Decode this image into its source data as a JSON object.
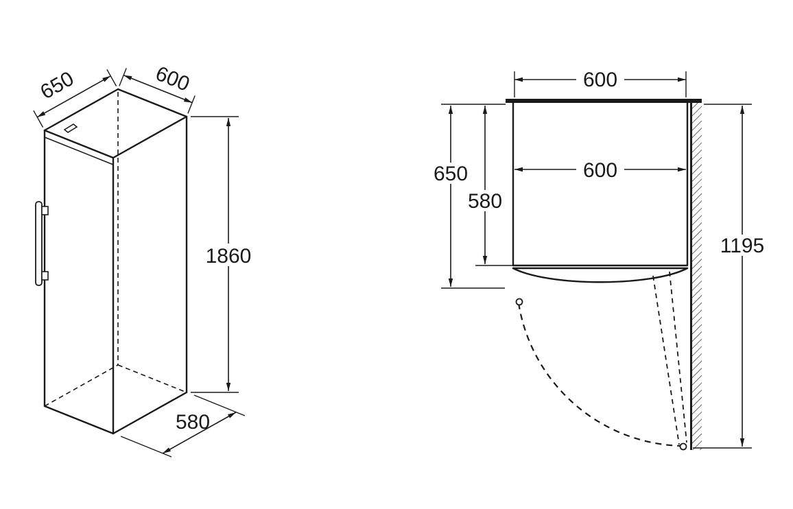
{
  "diagram": {
    "background": "#ffffff",
    "line_color": "#1a1a1a",
    "iso_view": {
      "depth": "650",
      "width": "600",
      "height": "1860",
      "base_depth": "580"
    },
    "plan_view": {
      "niche_width": "600",
      "inner_width": "600",
      "depth_total": "650",
      "depth_body": "580",
      "door_clearance": "1195"
    }
  }
}
